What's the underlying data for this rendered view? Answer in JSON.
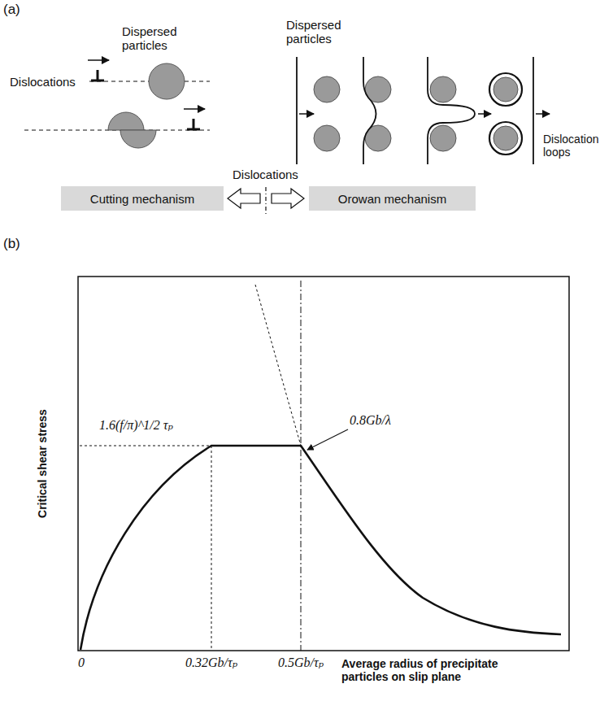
{
  "diagram": {
    "nodes": [
      {
        "text": [
          "Cutting mechanism"
        ]
      },
      {
        "text": [
          "Orowan mechanism"
        ]
      }
    ],
    "labels": [
      "(a)",
      "Dispersed particles",
      "Dislocations",
      "Dispersed particles",
      "Dislocations",
      "Dislocation loops",
      "(b)",
      "Critical shear stress",
      "1.6(f/π)^1/2 τₚ",
      "0.8Gb/λ",
      "0",
      "0.32Gb/τₚ",
      "0.5Gb/τₚ",
      "Average radius of precipitate particles on slip plane"
    ]
  }
}
